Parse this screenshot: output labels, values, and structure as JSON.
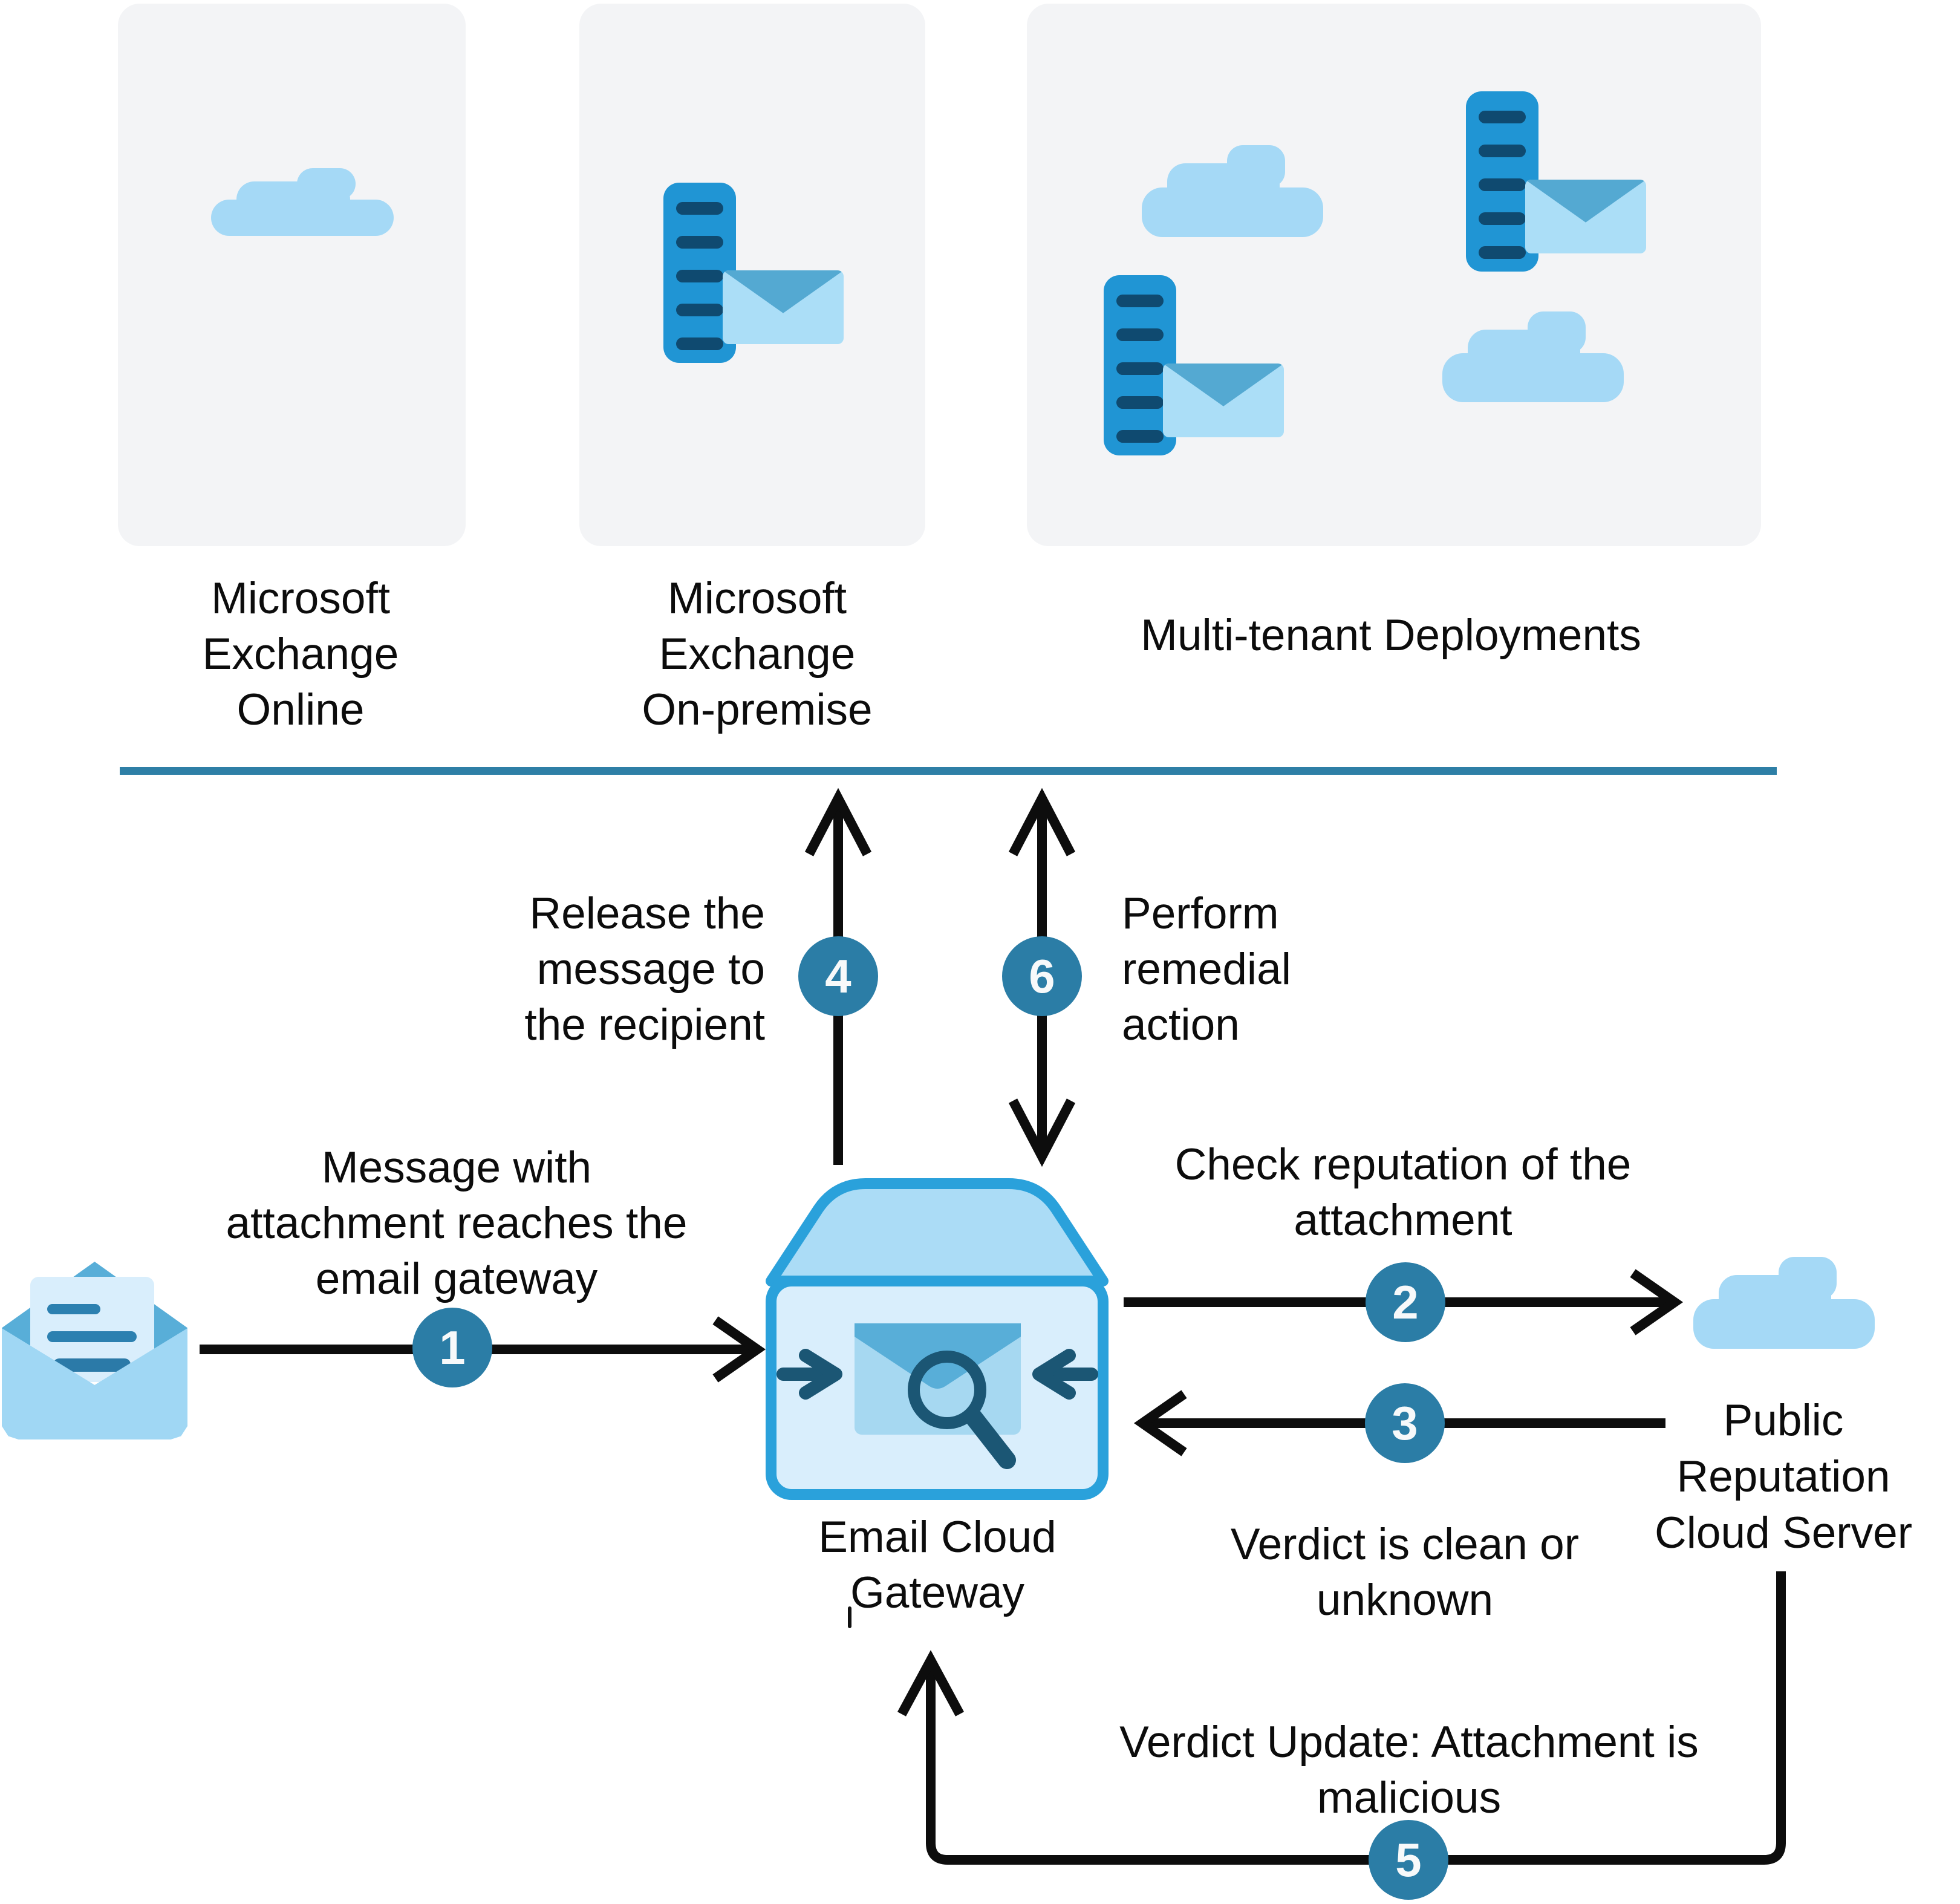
{
  "cards": {
    "exchange_online": {
      "lines": [
        "Microsoft",
        "Exchange",
        "Online"
      ]
    },
    "exchange_onpremise": {
      "lines": [
        "Microsoft",
        "Exchange",
        "On-premise"
      ]
    },
    "multitenant": {
      "label": "Multi-tenant Deployments"
    }
  },
  "gateway": {
    "lines": [
      "Email Cloud",
      "Gateway"
    ]
  },
  "cloud_server": {
    "lines": [
      "Public",
      "Reputation",
      "Cloud Server"
    ]
  },
  "steps": {
    "1": {
      "badge": "1",
      "lines": [
        "Message with",
        "attachment reaches the",
        "email gateway"
      ]
    },
    "2": {
      "badge": "2",
      "lines": [
        "Check reputation of the",
        "attachment"
      ]
    },
    "3": {
      "badge": "3",
      "lines": [
        "Verdict is clean or",
        "unknown"
      ]
    },
    "4": {
      "badge": "4",
      "lines": [
        "Release the",
        "message to",
        "the recipient"
      ]
    },
    "5": {
      "badge": "5",
      "lines": [
        "Verdict Update: Attachment is",
        "malicious"
      ]
    },
    "6": {
      "badge": "6",
      "lines": [
        "Perform",
        "remedial",
        "action"
      ]
    }
  },
  "icons": {
    "cloud": "stepped-cloud-shape",
    "server": "server-tower-with-slots",
    "envelope": "closed-envelope-with-flap",
    "open_envelope": "open-envelope-with-letter",
    "gateway": "mailbox-with-envelope-magnifier-inward-arrows"
  },
  "colors": {
    "badge_teal": "#2b7da6",
    "badge_text": "#f7f9fa",
    "separator": "#2e7fa6",
    "arrow_black": "#0d0d0d",
    "text_black": "#0c0c0c",
    "bright_blue": "#2aa1db",
    "gateway_roof": "#abdcf6",
    "gateway_body": "#d9eefc",
    "icon_dark": "#1b5674",
    "server_blue": "#2095d4",
    "slot_navy": "#0f4a70",
    "cloud_blue": "#a5d9f6",
    "flap_blue": "#54a9d2",
    "envelope_body": "#abdef7",
    "letter_bg": "#d9eefc",
    "letter_line": "#2c80b0",
    "env_front": "#a0d7f4",
    "inner_env": "#a6d8f1",
    "inner_flap": "#58aed8",
    "card_bg": "#f3f4f6"
  }
}
